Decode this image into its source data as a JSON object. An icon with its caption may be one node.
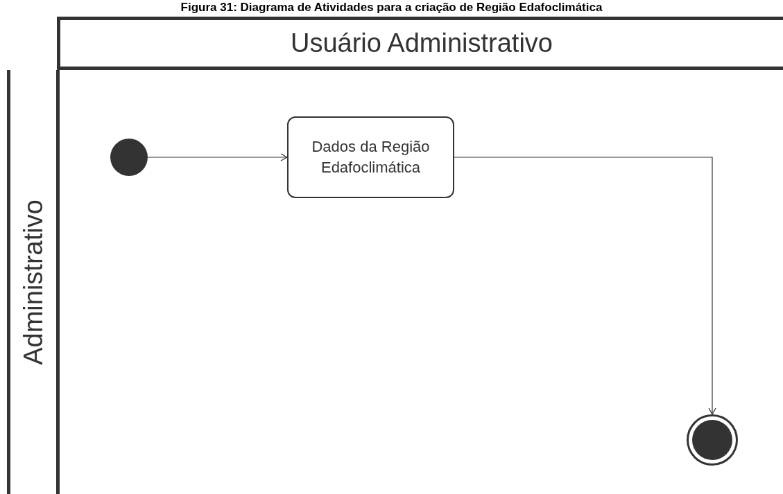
{
  "diagram": {
    "title": "Figura 31: Diagrama de Atividades para a criação de Região Edafoclimática",
    "nodes": [
      {
        "text": [
          "Usuário Administrativo"
        ]
      },
      {
        "text": [
          "Administrativo"
        ]
      },
      {
        "text": [],
        "shape": "circle"
      },
      {
        "text": [
          "Dados da Região Edafoclimática"
        ]
      },
      {
        "text": [],
        "shape": "circle"
      }
    ],
    "edges": [
      {
        "from": 2,
        "to": 3,
        "arrow": "to"
      },
      {
        "from": 3,
        "to": 4,
        "arrow": "to"
      }
    ]
  }
}
